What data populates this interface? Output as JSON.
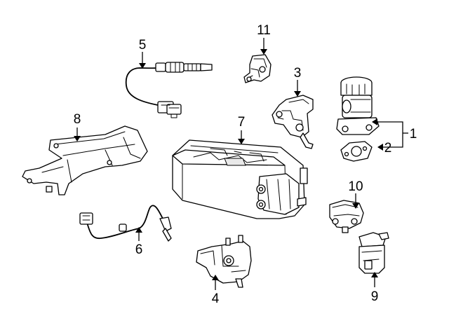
{
  "callouts": {
    "c1": "1",
    "c2": "2",
    "c3": "3",
    "c4": "4",
    "c5": "5",
    "c6": "6",
    "c7": "7",
    "c8": "8",
    "c9": "9",
    "c10": "10",
    "c11": "11"
  },
  "colors": {
    "line": "#000000",
    "background": "#ffffff",
    "shade": "#e9e9e9"
  }
}
